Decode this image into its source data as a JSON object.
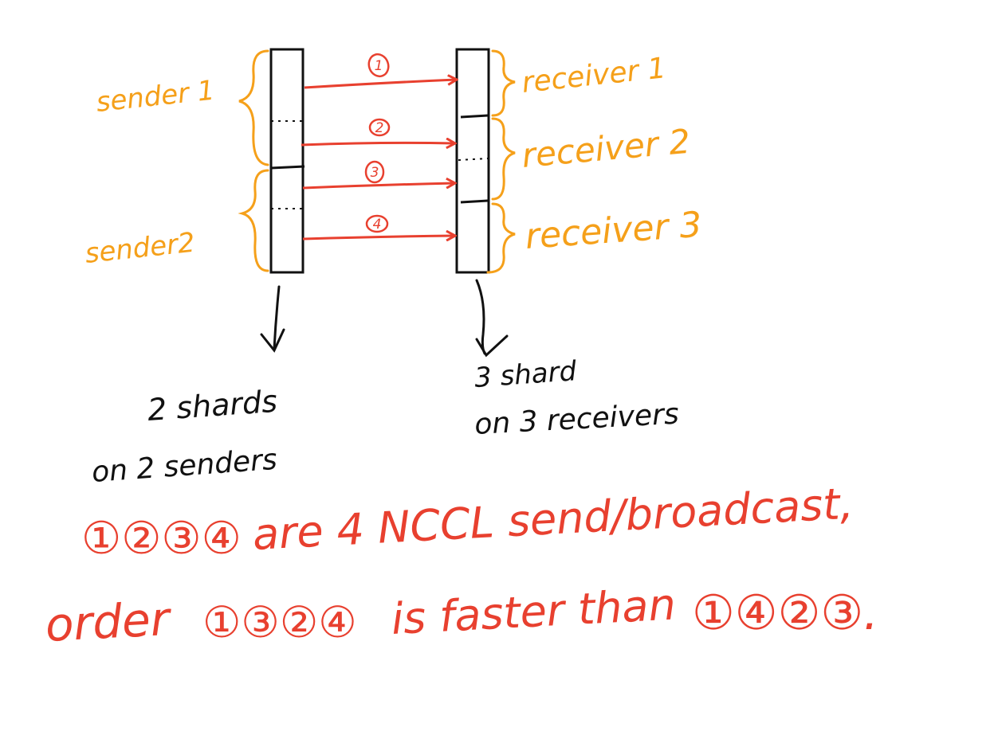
{
  "colors": {
    "sender_orange": "#f5a01a",
    "arrow_red": "#e8402f",
    "ink_black": "#111111"
  },
  "senders": [
    "sender 1",
    "sender2"
  ],
  "receivers": [
    "receiver 1",
    "receiver 2",
    "receiver 3"
  ],
  "transfers": [
    "1",
    "2",
    "3",
    "4"
  ],
  "notes": {
    "left_line1": "2 shards",
    "left_line2": "on 2 senders",
    "right_line1": "3 shard",
    "right_line2": "on 3 receivers"
  },
  "caption": {
    "line1_circled": "①②③④",
    "line1_text": "are 4  NCCL send/broadcast,",
    "line2_prefix": "order",
    "line2_fast_order": "①③②④",
    "line2_mid": "is faster than",
    "line2_slow_order": "①④②③."
  }
}
